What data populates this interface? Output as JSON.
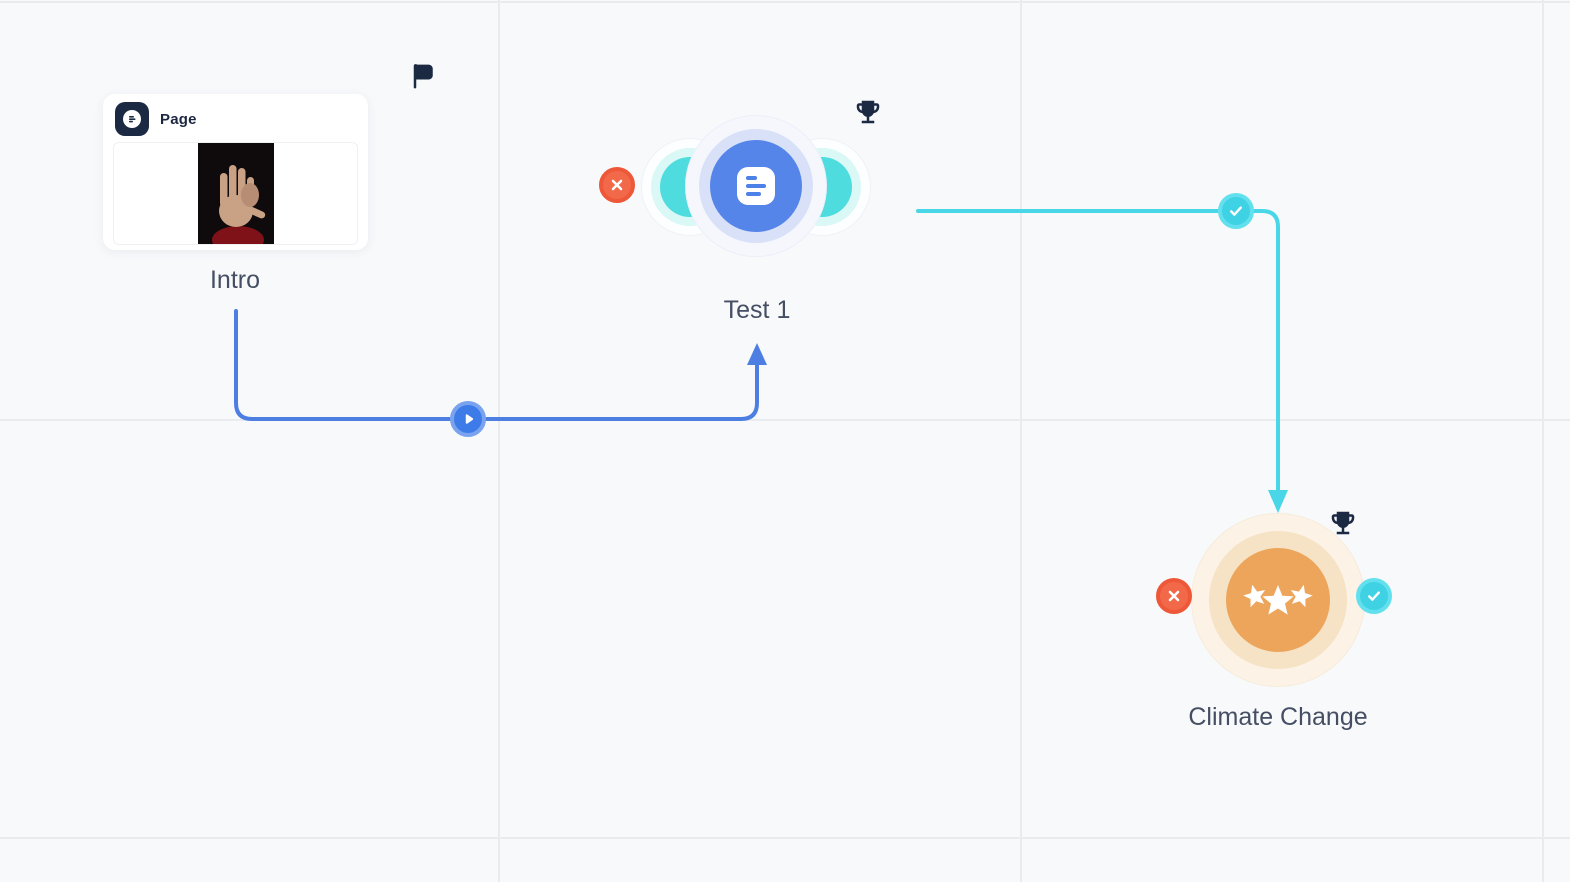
{
  "canvas": {
    "background_color": "#f8f9fb",
    "grid_color": "#e9ebef"
  },
  "flow": {
    "start_marker": "flag-icon",
    "nodes": [
      {
        "id": "intro",
        "type_label": "Page",
        "title": "Intro",
        "thumbnail": "hand-stop-photo"
      },
      {
        "id": "test1",
        "title": "Test 1",
        "award": "trophy-icon",
        "status_badges": [
          "x-badge"
        ]
      },
      {
        "id": "climate",
        "title": "Climate Change",
        "award": "trophy-icon",
        "status_badges": [
          "x-badge",
          "check-badge"
        ]
      }
    ],
    "connections": [
      {
        "from": "intro",
        "to": "test1",
        "color": "#4d7fe3",
        "badge": "play-badge"
      },
      {
        "from": "test1",
        "to": "climate",
        "color": "#49d7e8",
        "badge": "check-badge"
      }
    ]
  },
  "colors": {
    "accent_blue": "#4d7fe3",
    "accent_cyan": "#49d7e8",
    "accent_orange": "#eca55b",
    "badge_red": "#f2694a",
    "navy": "#1b2942",
    "title_text": "#454e63"
  }
}
